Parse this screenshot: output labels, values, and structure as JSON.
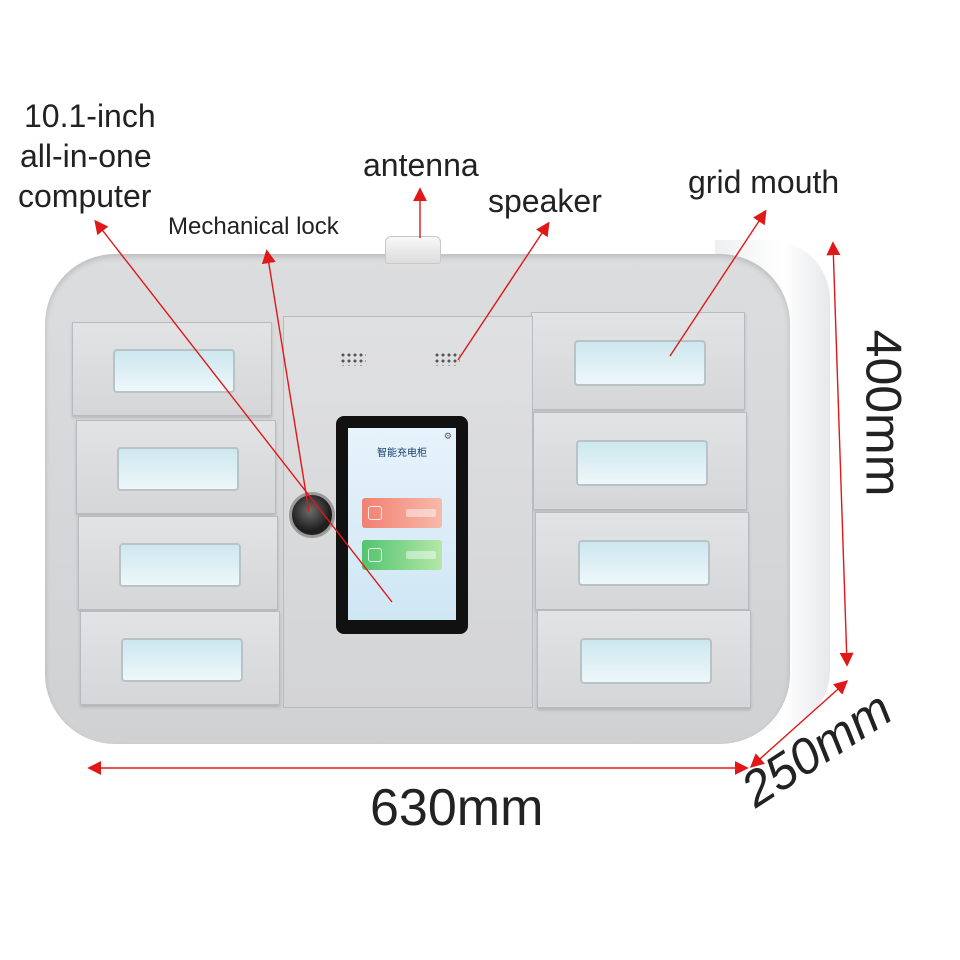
{
  "labels": {
    "computer_line1": "10.1-inch",
    "computer_line2": "all-in-one",
    "computer_line3": "computer",
    "mechanical_lock": "Mechanical lock",
    "antenna": "antenna",
    "speaker": "speaker",
    "grid_mouth": "grid mouth"
  },
  "dimensions": {
    "height": "400mm",
    "width": "630mm",
    "depth": "250mm"
  },
  "screen": {
    "title": "智能充电柜"
  },
  "colors": {
    "annotation_line": "#e01818",
    "cabinet": "#d6d7d9",
    "window": "#d8edf3",
    "screen_red": "#f28072",
    "screen_green": "#52c46f"
  },
  "icons": [
    "gear-icon",
    "lock-icon",
    "speaker-icon",
    "antenna-icon"
  ]
}
